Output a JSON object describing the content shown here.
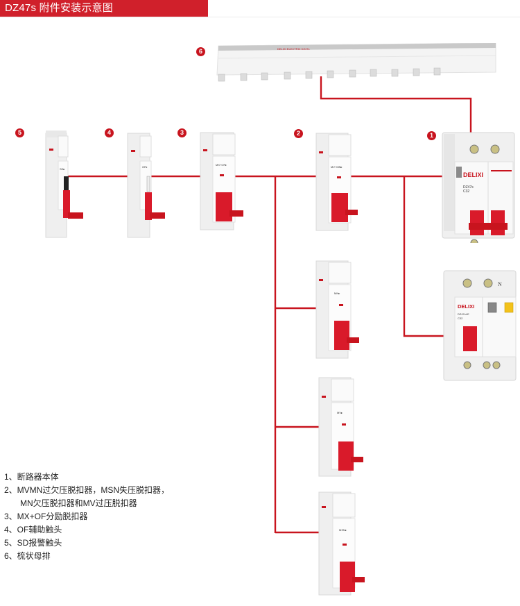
{
  "header": {
    "title": "DZ47s 附件安装示意图"
  },
  "colors": {
    "accent": "#d0202b",
    "line": "#c8141e",
    "handle": "#e0202e",
    "body": "#f2f2f2"
  },
  "badges": [
    {
      "number": "1",
      "name": "circuit-breaker"
    },
    {
      "number": "2",
      "name": "voltage-releases"
    },
    {
      "number": "3",
      "name": "shunt-release"
    },
    {
      "number": "4",
      "name": "auxiliary-contact"
    },
    {
      "number": "5",
      "name": "alarm-contact"
    },
    {
      "number": "6",
      "name": "busbar"
    }
  ],
  "devices": {
    "mcb": {
      "brand": "DELIXI",
      "model": "DZ47s",
      "rating": "C32"
    },
    "rcbo": {
      "brand": "DELIXI",
      "model": "DZ47sLE",
      "rating": "C32",
      "neutral_label": "N"
    },
    "sd": {
      "label": "SD▸"
    },
    "of": {
      "label": "OF▸"
    },
    "mxof": {
      "label": "MX+OF▸"
    },
    "mvmn": {
      "label": "MV+MN▸"
    },
    "mn": {
      "label": "MN▸"
    },
    "mv": {
      "label": "MV▸"
    },
    "msn": {
      "label": "MSN▸"
    }
  },
  "legend": [
    {
      "text": "1、断路器本体"
    },
    {
      "text": "2、MVMN过欠压脱扣器，MSN失压脱扣器，"
    },
    {
      "text": "MN欠压脱扣器和MV过压脱扣器",
      "indent": true
    },
    {
      "text": "3、MX+OF分励脱扣器"
    },
    {
      "text": "4、OF辅助触头"
    },
    {
      "text": "5、SD报警触头"
    },
    {
      "text": "6、梳状母排"
    }
  ]
}
